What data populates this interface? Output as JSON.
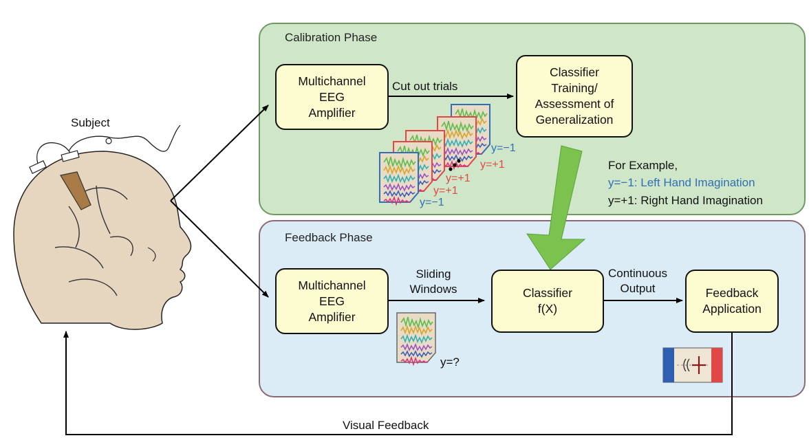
{
  "calibration": {
    "title": "Calibration Phase",
    "amplifier": "Multichannel\nEEG\nAmplifier",
    "cut_label": "Cut out trials",
    "classifier": "Classifier\nTraining/\nAssessment of\nGeneralization",
    "trial_labels": {
      "neg_back": "y=−1",
      "pos_back": "y=+1",
      "pos_front": "y=+1",
      "neg_front": "y=−1"
    },
    "example_title": "For Example,",
    "example_neg": "y=−1: Left Hand Imagination",
    "example_pos": "y=+1: Right Hand Imagination"
  },
  "feedback": {
    "title": "Feedback Phase",
    "amplifier": "Multichannel\nEEG\nAmplifier",
    "sliding_label": "Sliding\nWindows",
    "classifier": "Classifier\nf(X)",
    "continuous_label": "Continuous\nOutput",
    "application": "Feedback\nApplication",
    "unknown_label": "y=?"
  },
  "subject_label": "Subject",
  "visual_feedback_label": "Visual Feedback",
  "colors": {
    "calibration_bg": "#cfe6c8",
    "calibration_border": "#6f9a63",
    "feedback_bg": "#dcecf6",
    "feedback_border": "#8a6a74",
    "node_fill": "#fdfbd0",
    "big_arrow": "#7cc24e",
    "negative_class": "#2f6fb6",
    "positive_class": "#e04848",
    "head_fill": "#e6d6bf",
    "brain_region": "#a87a45"
  }
}
